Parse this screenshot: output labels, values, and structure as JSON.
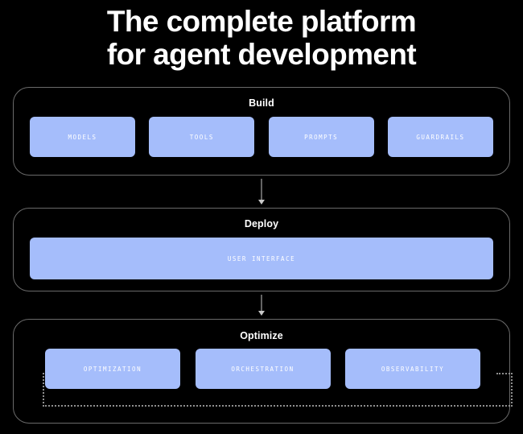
{
  "title": {
    "line1": "The complete platform",
    "line2": "for agent development"
  },
  "theme": {
    "background": "#000000",
    "card_fill": "#a5bdfb",
    "card_text": "#ffffff",
    "stage_border": "#6a6a6a",
    "arrow_color": "#c9c9c9",
    "loop_color": "#8f8f8f"
  },
  "stages": [
    {
      "id": "build",
      "title": "Build",
      "cards": [
        {
          "label": "MODELS"
        },
        {
          "label": "TOOLS"
        },
        {
          "label": "PROMPTS"
        },
        {
          "label": "GUARDRAILS"
        }
      ]
    },
    {
      "id": "deploy",
      "title": "Deploy",
      "cards": [
        {
          "label": "USER INTERFACE"
        }
      ]
    },
    {
      "id": "optimize",
      "title": "Optimize",
      "cards": [
        {
          "label": "OPTIMIZATION"
        },
        {
          "label": "ORCHESTRATION"
        },
        {
          "label": "OBSERVABILITY"
        }
      ]
    }
  ],
  "connectors": {
    "build_to_deploy": "down-arrow",
    "deploy_to_optimize": "down-arrow",
    "optimize_loop": "dotted-feedback-loop"
  }
}
